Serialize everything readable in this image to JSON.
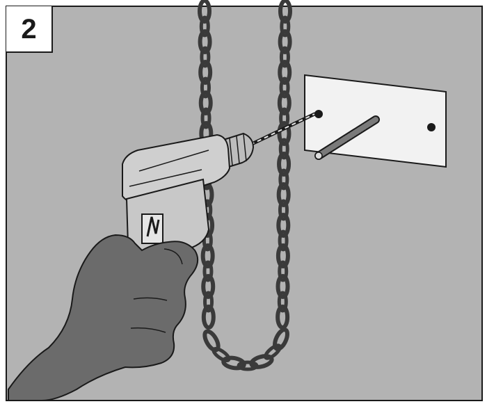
{
  "step": {
    "number": "2"
  },
  "colors": {
    "wall": "#b3b3b3",
    "frame": "#1a1a1a",
    "plate": "#f2f2f2",
    "chain": "#3a3a3a",
    "chain_highlight": "#8a8a8a",
    "hand": "#6b6b6b",
    "drill_body": "#cfcfcf"
  },
  "illustration": {
    "objects": [
      "wall",
      "mounting-plate",
      "threaded-rod",
      "chain",
      "power-drill",
      "hand"
    ]
  }
}
